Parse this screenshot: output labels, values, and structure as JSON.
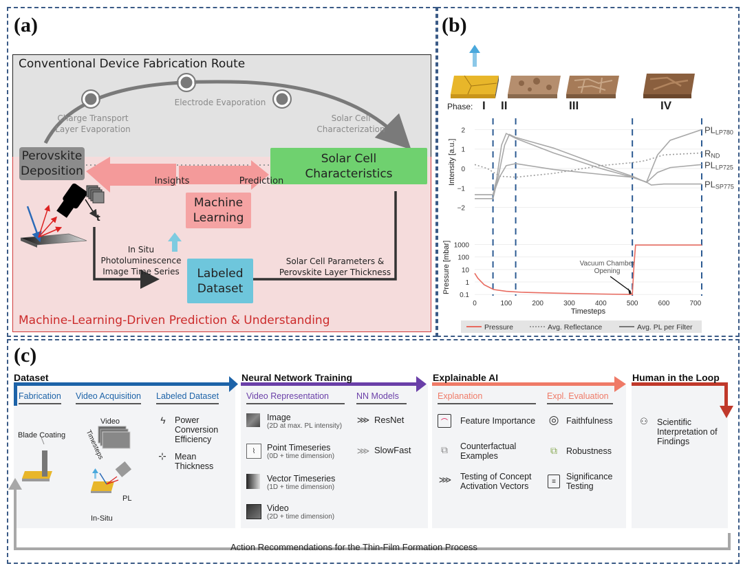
{
  "panels": {
    "a": {
      "label": "(a)",
      "conventional_title": "Conventional Device Fabrication Route",
      "ml_title": "Machine-Learning-Driven Prediction & Understanding",
      "steps": [
        "Charge Transport Layer Evaporation",
        "Electrode Evaporation",
        "Solar Cell Characterization"
      ],
      "step_lines": {
        "s1a": "Charge Transport",
        "s1b": "Layer Evaporation",
        "s2": "Electrode Evaporation",
        "s3a": "Solar Cell",
        "s3b": "Characterization"
      },
      "nodes": {
        "perovskite_a": "Perovskite",
        "perovskite_b": "Deposition",
        "solar_a": "Solar Cell",
        "solar_b": "Characteristics",
        "ml_a": "Machine",
        "ml_b": "Learning",
        "dataset_a": "Labeled",
        "dataset_b": "Dataset"
      },
      "arrows": {
        "insights": "Insights",
        "prediction": "Prediction"
      },
      "left_input": {
        "l1": "In Situ",
        "l2": "Photoluminescence",
        "l3": "Image Time Series"
      },
      "right_input": {
        "l1": "Solar Cell Parameters &",
        "l2": "Perovskite Layer Thickness"
      },
      "time_label": "t",
      "colors": {
        "perovskite": "#8c8c8c",
        "solar": "#6fd16f",
        "ml": "#f5a3a3",
        "dataset": "#6ec6dc",
        "arrow_pink": "#f49a9a",
        "arrow_blue": "#7ecbe0"
      }
    },
    "b": {
      "label": "(b)",
      "phase_label": "Phase:",
      "phases": [
        "I",
        "II",
        "III",
        "IV"
      ],
      "annotation_l1": "Vacuum Chamber",
      "annotation_l2": "Opening",
      "series_labels": {
        "lp780": {
          "main": "PL",
          "sub": "LP780"
        },
        "rnd": {
          "main": "R",
          "sub": "ND"
        },
        "lp725": {
          "main": "PL",
          "sub": "LP725"
        },
        "sp775": {
          "main": "PL",
          "sub": "SP775"
        }
      }
    },
    "c": {
      "label": "(c)",
      "sections": {
        "dataset": {
          "title": "Dataset",
          "subheads": [
            "Fabrication",
            "Video Acquisition",
            "Labeled Dataset"
          ],
          "fabrication": "Blade Coating",
          "video": {
            "video": "Video",
            "timesteps": "Timesteps",
            "pl": "PL",
            "insitu": "In-Situ"
          },
          "labels": [
            {
              "l1": "Power",
              "l2": "Conversion",
              "l3": "Efficiency",
              "icon": "lightning-icon"
            },
            {
              "l1": "Mean",
              "l2": "Thickness",
              "icon": "thickness-icon"
            }
          ]
        },
        "nn": {
          "title": "Neural Network Training",
          "subheads": [
            "Video Representation",
            "NN Models"
          ],
          "representations": [
            {
              "name": "Image",
              "desc": "(2D at max. PL intensity)"
            },
            {
              "name": "Point Timeseries",
              "desc": "(0D + time dimension)"
            },
            {
              "name": "Vector Timeseries",
              "desc": "(1D + time dimension)"
            },
            {
              "name": "Video",
              "desc": "(2D + time dimension)"
            }
          ],
          "models": [
            "ResNet",
            "SlowFast"
          ]
        },
        "xai": {
          "title": "Explainable AI",
          "subheads": [
            "Explanation",
            "Expl. Evaluation"
          ],
          "explanation": [
            {
              "l1": "Feature Importance"
            },
            {
              "l1": "Counterfactual",
              "l2": "Examples"
            },
            {
              "l1": "Testing of Concept",
              "l2": "Activation Vectors"
            }
          ],
          "evaluation": [
            {
              "l1": "Faithfulness"
            },
            {
              "l1": "Robustness"
            },
            {
              "l1": "Significance",
              "l2": "Testing"
            }
          ]
        },
        "hitl": {
          "title": "Human in the Loop",
          "item": {
            "l1": "Scientific",
            "l2": "Interpretation of",
            "l3": "Findings"
          }
        }
      },
      "feedback": "Action Recommendations for the Thin-Film Formation Process",
      "colors": {
        "dataset": "#1d63a8",
        "nn": "#6a3fa8",
        "xai": "#ef7a67",
        "hitl": "#c0392b",
        "feedback": "#a8a8a8"
      }
    }
  },
  "chart_data": {
    "type": "line",
    "title": "",
    "xlabel": "Timesteps",
    "x_ticks": [
      0,
      100,
      200,
      300,
      400,
      500,
      600,
      700
    ],
    "xlim": [
      0,
      720
    ],
    "phase_boundaries": [
      58,
      130,
      500,
      720
    ],
    "upper": {
      "ylabel": "Intensity",
      "ylabel_unit": "[a.u.]",
      "ylim": [
        -2.3,
        2.3
      ],
      "y_ticks": [
        2,
        1,
        0,
        -1,
        -2
      ],
      "series": [
        {
          "name": "PL LP780",
          "style": "solid",
          "x": [
            0,
            58,
            70,
            85,
            100,
            130,
            250,
            400,
            500,
            545,
            580,
            620,
            720
          ],
          "y": [
            -1.35,
            -1.35,
            -0.5,
            1.2,
            1.8,
            1.55,
            0.8,
            0.0,
            -0.45,
            -0.7,
            0.7,
            1.45,
            2.0
          ]
        },
        {
          "name": "PL LP725",
          "style": "solid",
          "x": [
            0,
            58,
            75,
            95,
            110,
            130,
            250,
            400,
            500,
            545,
            580,
            620,
            720
          ],
          "y": [
            -1.55,
            -1.55,
            -0.4,
            1.2,
            1.75,
            1.6,
            1.05,
            0.15,
            -0.4,
            -0.72,
            -0.2,
            0.05,
            0.2
          ]
        },
        {
          "name": "PL SP775",
          "style": "solid",
          "x": [
            0,
            58,
            80,
            100,
            130,
            250,
            400,
            500,
            545,
            560,
            600,
            720
          ],
          "y": [
            -1.35,
            -1.35,
            -0.4,
            0.15,
            0.25,
            -0.05,
            -0.3,
            -0.45,
            -0.7,
            -0.85,
            -0.8,
            -0.8
          ]
        },
        {
          "name": "R ND",
          "style": "dotted",
          "x": [
            0,
            40,
            80,
            130,
            250,
            400,
            500,
            540,
            600,
            720
          ],
          "y": [
            0.2,
            0.0,
            -0.4,
            -0.45,
            -0.25,
            0.15,
            0.3,
            0.4,
            0.7,
            0.8
          ]
        }
      ]
    },
    "lower": {
      "ylabel": "Pressure",
      "ylabel_unit": "[mbar]",
      "yscale": "log",
      "y_ticks": [
        1000,
        100,
        10,
        1,
        0.1
      ],
      "ylim": [
        0.08,
        2000
      ],
      "series": [
        {
          "name": "Pressure",
          "style": "solid",
          "x": [
            0,
            10,
            30,
            60,
            100,
            150,
            250,
            400,
            500,
            505,
            510,
            720
          ],
          "y": [
            5,
            2,
            0.6,
            0.25,
            0.18,
            0.15,
            0.13,
            0.11,
            0.1,
            20,
            900,
            900
          ]
        }
      ]
    },
    "legend": {
      "position": "bottom",
      "entries": [
        {
          "label": "Pressure",
          "style": "solid",
          "color": "#e86a5f"
        },
        {
          "label": "Avg. Reflectance",
          "style": "dotted",
          "color": "#999999"
        },
        {
          "label": "Avg. PL per Filter",
          "style": "solid",
          "color": "#777777"
        }
      ]
    },
    "grid": true
  }
}
